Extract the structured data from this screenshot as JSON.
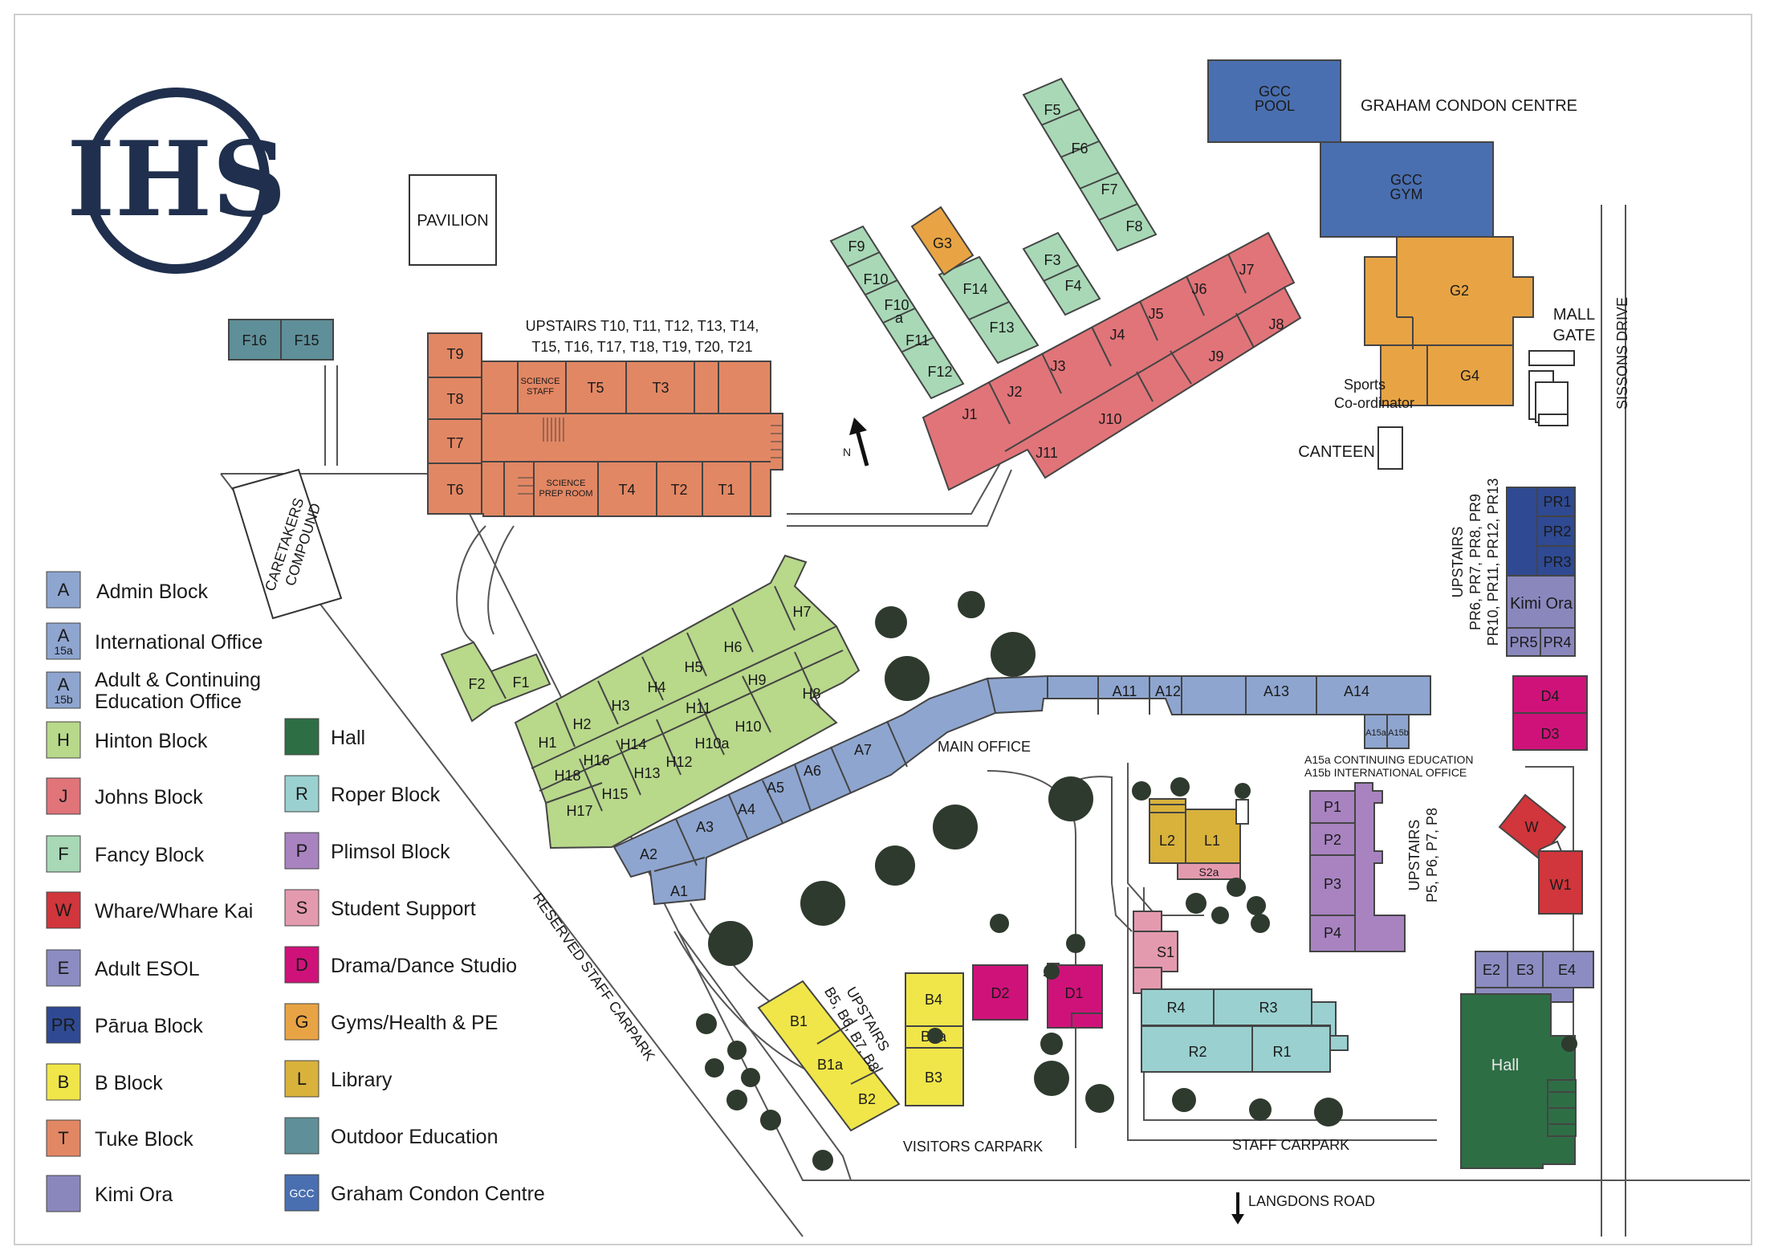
{
  "colors": {
    "admin": "#8ea5cf",
    "hinton": "#b8d88a",
    "johns": "#e07479",
    "fancy": "#a8d8b6",
    "whare": "#d0363c",
    "esol": "#8c8cc2",
    "parua": "#2f4a92",
    "bblock": "#f0e64a",
    "tuke": "#e28764",
    "kimi": "#8a87bd",
    "hall": "#2e6e45",
    "roper": "#9ad0d0",
    "plimsol": "#a883c0",
    "support": "#e49aae",
    "drama": "#cf127a",
    "gyms": "#e8a444",
    "library": "#d9b23c",
    "outdoor": "#5f8f99",
    "gcc": "#4a6fb0",
    "logo": "#1f2f4d"
  },
  "logo": {
    "letters": "IHS",
    "icon": "school-monogram"
  },
  "places": {
    "pavilion": "PAVILION",
    "gcc_pool": [
      "GCC",
      "POOL"
    ],
    "gcc_gym": [
      "GCC",
      "GYM"
    ],
    "graham_condon_centre": "GRAHAM CONDON CENTRE",
    "mall_gate": [
      "MALL",
      "GATE"
    ],
    "sports_coordinator": [
      "Sports",
      "Co-ordinator"
    ],
    "canteen": "CANTEEN",
    "sissons_drive": "SISSONS DRIVE",
    "caretakers_compound": [
      "CARETAKERS",
      "COMPOUND"
    ],
    "main_office": "MAIN OFFICE",
    "reserved_staff_carpark": "RESERVED STAFF CARPARK",
    "visitors_carpark": "VISITORS CARPARK",
    "staff_carpark": "STAFF CARPARK",
    "langdons_road": "LANGDONS ROAD",
    "north": "N",
    "a15_notes": [
      "A15a CONTINUING EDUCATION",
      "A15b INTERNATIONAL OFFICE"
    ]
  },
  "upstairs_notes": {
    "tuke": [
      "UPSTAIRS T10, T11, T12, T13, T14,",
      "T15, T16, T17, T18, T19, T20, T21"
    ],
    "parua": [
      "UPSTAIRS",
      "PR6, PR7, PR8, PR9",
      "PR10, PR11, PR12, PR13"
    ],
    "plimsol": [
      "UPSTAIRS",
      "P5, P6, P7, P8"
    ],
    "bblock": [
      "UPSTAIRS",
      "B5, B6, B7, B8"
    ]
  },
  "rooms": {
    "F16": "F16",
    "F15": "F15",
    "T9": "T9",
    "T8": "T8",
    "T7": "T7",
    "T6": "T6",
    "T5": "T5",
    "T3": "T3",
    "T4": "T4",
    "T2": "T2",
    "T1": "T1",
    "science_staff": [
      "SCIENCE",
      "STAFF"
    ],
    "science_prep": [
      "SCIENCE",
      "PREP ROOM"
    ],
    "F5": "F5",
    "F6": "F6",
    "F7": "F7",
    "F8": "F8",
    "F3": "F3",
    "F4": "F4",
    "F9": "F9",
    "F10": "F10",
    "F10a": [
      "F10",
      "a"
    ],
    "F11": "F11",
    "F12": "F12",
    "F14": "F14",
    "F13": "F13",
    "G3": "G3",
    "G2": "G2",
    "G4": "G4",
    "J1": "J1",
    "J2": "J2",
    "J3": "J3",
    "J4": "J4",
    "J5": "J5",
    "J6": "J6",
    "J7": "J7",
    "J8": "J8",
    "J9": "J9",
    "J10": "J10",
    "J11": "J11",
    "F2": "F2",
    "F1": "F1",
    "H1": "H1",
    "H2": "H2",
    "H3": "H3",
    "H4": "H4",
    "H5": "H5",
    "H6": "H6",
    "H7": "H7",
    "H8": "H8",
    "H9": "H9",
    "H10": "H10",
    "H10a": "H10a",
    "H11": "H11",
    "H12": "H12",
    "H13": "H13",
    "H14": "H14",
    "H15": "H15",
    "H16": "H16",
    "H17": "H17",
    "H18": "H18",
    "A1": "A1",
    "A2": "A2",
    "A3": "A3",
    "A4": "A4",
    "A5": "A5",
    "A6": "A6",
    "A7": "A7",
    "A11": "A11",
    "A12": "A12",
    "A13": "A13",
    "A14": "A14",
    "A15a": "A15a",
    "A15b": "A15b",
    "PR1": "PR1",
    "PR2": "PR2",
    "PR3": "PR3",
    "kimi_ora": "Kimi Ora",
    "PR5": "PR5",
    "PR4": "PR4",
    "D4": "D4",
    "D3": "D3",
    "D2": "D2",
    "D1": "D1",
    "W": "W",
    "W1": "W1",
    "L2": "L2",
    "L1": "L1",
    "S2a": "S2a",
    "S1": "S1",
    "P1": "P1",
    "P2": "P2",
    "P3": "P3",
    "P4": "P4",
    "R4": "R4",
    "R3": "R3",
    "R2": "R2",
    "R1": "R1",
    "E2": "E2",
    "E3": "E3",
    "E4": "E4",
    "hall": "Hall",
    "B1": "B1",
    "B1a": "B1a",
    "B2": "B2",
    "B4": "B4",
    "B4a": "B4a",
    "B3": "B3"
  },
  "legend": [
    {
      "code": "A",
      "label": "Admin Block",
      "color": "#8ea5cf"
    },
    {
      "code": "A",
      "sub": "15a",
      "label": "International Office",
      "color": "#8ea5cf"
    },
    {
      "code": "A",
      "sub": "15b",
      "label": "Adult & Continuing",
      "label2": "Education Office",
      "color": "#8ea5cf"
    },
    {
      "code": "H",
      "label": "Hinton Block",
      "color": "#b8d88a"
    },
    {
      "code": "J",
      "label": "Johns Block",
      "color": "#e07479"
    },
    {
      "code": "F",
      "label": "Fancy Block",
      "color": "#a8d8b6"
    },
    {
      "code": "W",
      "label": "Whare/Whare Kai",
      "color": "#d0363c"
    },
    {
      "code": "E",
      "label": "Adult ESOL",
      "color": "#8c8cc2"
    },
    {
      "code": "PR",
      "label": "Pārua Block",
      "color": "#2f4a92"
    },
    {
      "code": "B",
      "label": "B Block",
      "color": "#f0e64a"
    },
    {
      "code": "T",
      "label": "Tuke Block",
      "color": "#e28764"
    },
    {
      "code": "",
      "label": "Kimi Ora",
      "color": "#8a87bd"
    },
    {
      "code": "",
      "label": "Hall",
      "color": "#2e6e45"
    },
    {
      "code": "R",
      "label": "Roper Block",
      "color": "#9ad0d0"
    },
    {
      "code": "P",
      "label": "Plimsol Block",
      "color": "#a883c0"
    },
    {
      "code": "S",
      "label": "Student Support",
      "color": "#e49aae"
    },
    {
      "code": "D",
      "label": "Drama/Dance Studio",
      "color": "#cf127a"
    },
    {
      "code": "G",
      "label": "Gyms/Health & PE",
      "color": "#e8a444"
    },
    {
      "code": "L",
      "label": "Library",
      "color": "#d9b23c"
    },
    {
      "code": "",
      "label": "Outdoor Education",
      "color": "#5f8f99"
    },
    {
      "code": "GCC",
      "label": "Graham Condon Centre",
      "color": "#4a6fb0"
    }
  ]
}
